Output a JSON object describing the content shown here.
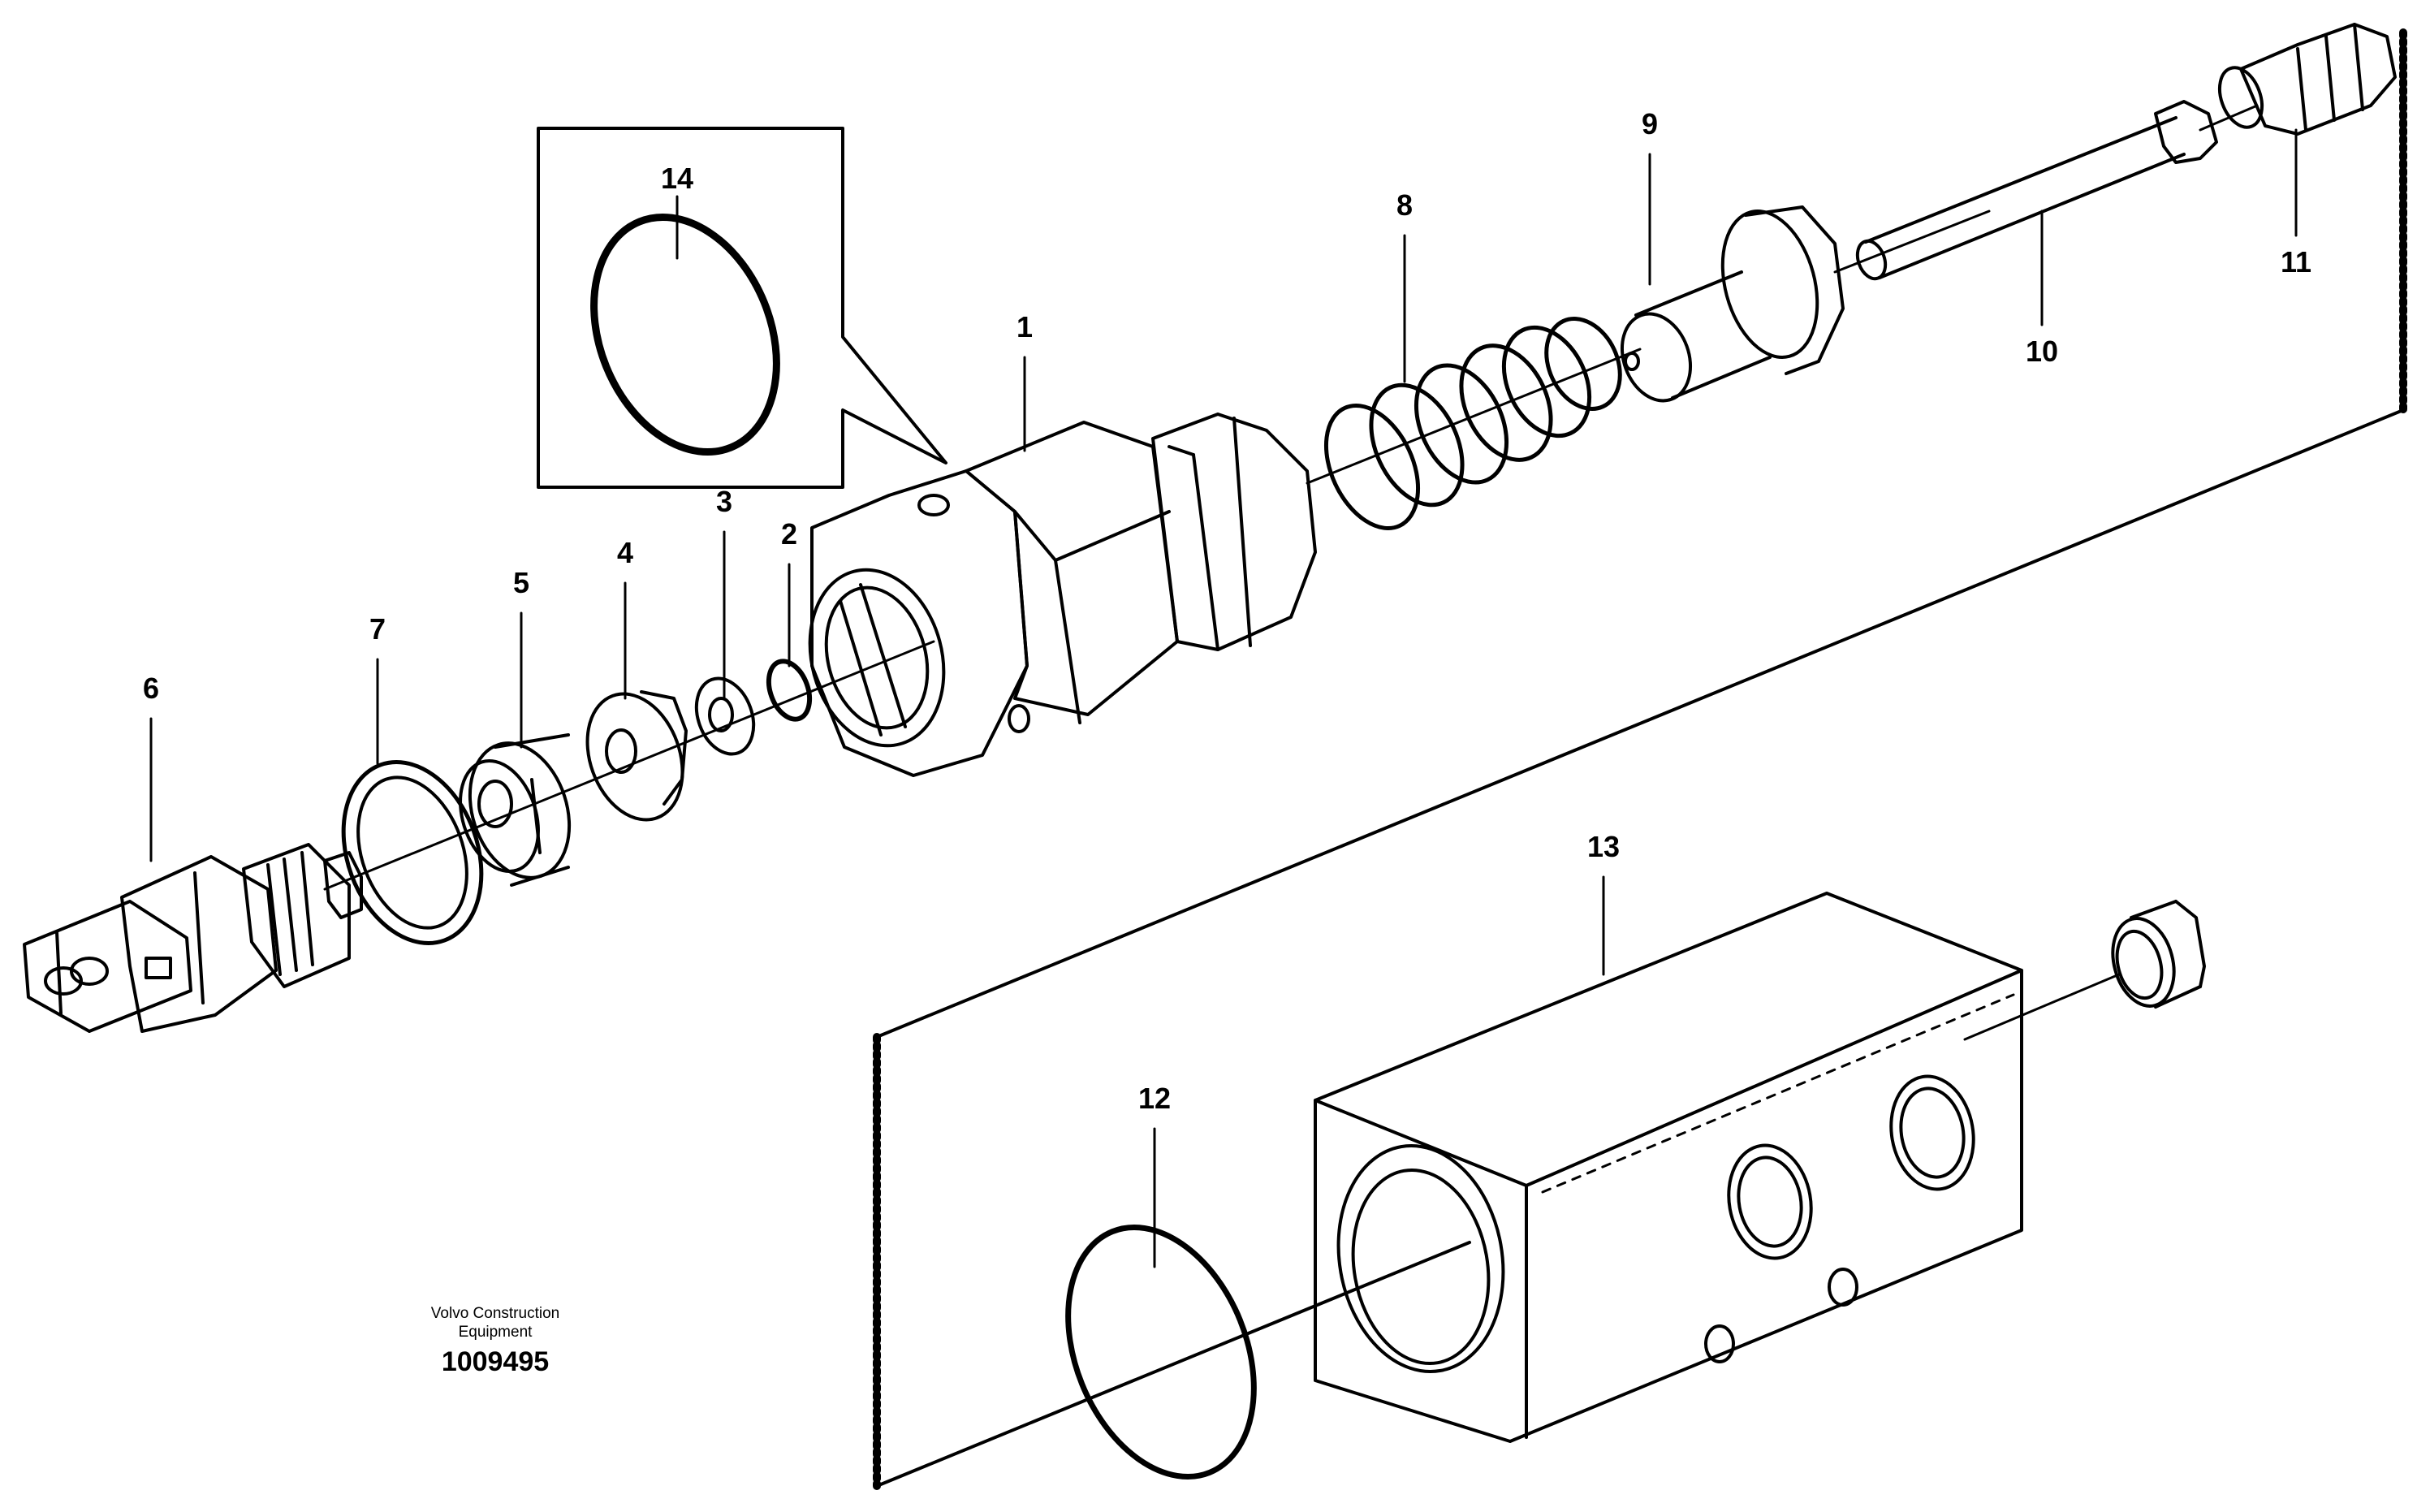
{
  "callouts": {
    "c1": "1",
    "c2": "2",
    "c3": "3",
    "c4": "4",
    "c5": "5",
    "c6": "6",
    "c7": "7",
    "c8": "8",
    "c9": "9",
    "c10": "10",
    "c11": "11",
    "c12": "12",
    "c13": "13",
    "c14": "14"
  },
  "footer": {
    "line1": "Volvo Construction",
    "line2": "Equipment",
    "ref": "1009495"
  }
}
